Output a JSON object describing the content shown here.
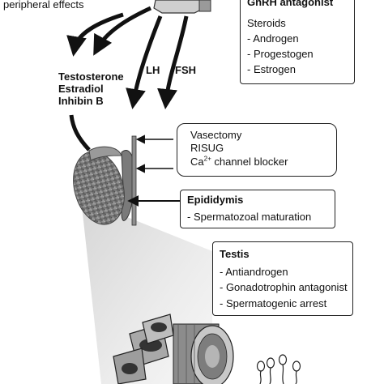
{
  "top": {
    "peripheral_effects": "peripheral effects",
    "gnrh_partial": "GnRH antagonist"
  },
  "hormones": {
    "lh": "LH",
    "fsh": "FSH",
    "list": [
      "Testosterone",
      "Estradiol",
      "Inhibin B"
    ]
  },
  "steroids_box": {
    "title": "Steroids",
    "items": [
      "- Androgen",
      "- Progestogen",
      "- Estrogen"
    ]
  },
  "vas_box": {
    "items": [
      "Vasectomy",
      "RISUG"
    ],
    "calcium_prefix": "Ca",
    "calcium_sup": "2+",
    "calcium_suffix": " channel blocker"
  },
  "epididymis_box": {
    "title": "Epididymis",
    "items": [
      "- Spermatozoal maturation"
    ]
  },
  "testis_box": {
    "title": "Testis",
    "items": [
      "- Antiandrogen",
      "- Gonadotrophin antagonist",
      "- Spermatogenic arrest"
    ]
  },
  "colors": {
    "ink": "#111111",
    "testis_gray": "#8a8a8a",
    "cone_light": "#e4e4e4"
  }
}
